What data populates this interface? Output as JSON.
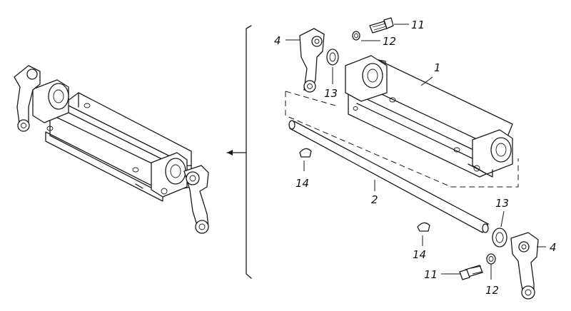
{
  "diagram": {
    "callouts": [
      {
        "id": "c1",
        "label": "1"
      },
      {
        "id": "c2",
        "label": "2"
      },
      {
        "id": "c4a",
        "label": "4"
      },
      {
        "id": "c4b",
        "label": "4"
      },
      {
        "id": "c11a",
        "label": "11"
      },
      {
        "id": "c11b",
        "label": "11"
      },
      {
        "id": "c12a",
        "label": "12"
      },
      {
        "id": "c12b",
        "label": "12"
      },
      {
        "id": "c13a",
        "label": "13"
      },
      {
        "id": "c13b",
        "label": "13"
      },
      {
        "id": "c14a",
        "label": "14"
      },
      {
        "id": "c14b",
        "label": "14"
      }
    ]
  }
}
